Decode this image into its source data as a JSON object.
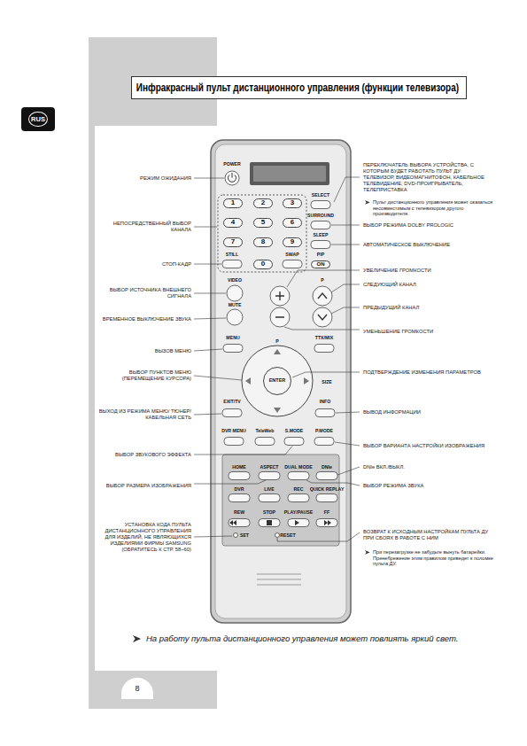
{
  "diagram": {
    "title": "Инфракрасный пульт дистанционного управления (функции телевизора)",
    "caption": "На работу пульта дистанционного управления может повлиять яркий свет.",
    "nodes": [
      {
        "text": [
          "RUS"
        ]
      },
      {
        "text": [
          "1"
        ]
      },
      {
        "text": [
          "2"
        ]
      },
      {
        "text": [
          "3"
        ]
      },
      {
        "text": [
          "4"
        ]
      },
      {
        "text": [
          "5"
        ]
      },
      {
        "text": [
          "6"
        ]
      },
      {
        "text": [
          "7"
        ]
      },
      {
        "text": [
          "8"
        ]
      },
      {
        "text": [
          "9"
        ]
      },
      {
        "text": [
          "0"
        ]
      },
      {
        "text": [
          "ON"
        ]
      },
      {
        "text": [
          "ENTER"
        ]
      },
      {
        "text": [
          "8"
        ]
      }
    ],
    "labels": [
      "ПЕРЕКЛЮЧАТЕЛЬ ВЫБОРА УСТРОЙСТВА, С КОТОРЫМ БУДЕТ РАБОТАТЬ ПУЛЬТ ДУ: ТЕЛЕВИЗОР, ВИДЕОМАГНИТОФОН, КАБЕЛЬНОЕ ТЕЛЕВИДЕНИЕ, DVD-ПРОИГРЫВАТЕЛЬ, ТЕЛЕПРИСТАВКА",
      "Пульт дистанционного управления может оказаться несовместимым с телевизором другого производителя.",
      "РЕЖИМ ОЖИДАНИЯ",
      "POWER",
      "SELECT",
      "SURROUND",
      "ВЫБОР РЕЖИМА DOLBY PROLOGIC",
      "НЕПОСРЕДСТВЕННЫЙ ВЫБОР КАНАЛА",
      "SLEEP",
      "АВТОМАТИЧЕСКОЕ ВЫКЛЮЧЕНИЕ",
      "STILL",
      "SWAP",
      "PIP",
      "СТОП-КАДР",
      "УВЕЛИЧЕНИЕ ГРОМКОСТИ",
      "VIDEO",
      "P",
      "СЛЕДУЮЩИЙ КАНАЛ",
      "ВЫБОР ИСТОЧНИКА ВНЕШНЕГО СИГНАЛА",
      "MUTE",
      "ПРЕДЫДУЩИЙ КАНАЛ",
      "ВРЕМЕННОЕ ВЫКЛЮЧЕНИЕ ЗВУКА",
      "УМЕНЬШЕНИЕ ГРОМКОСТИ",
      "MENU",
      "TTX/MIX",
      "P",
      "ВЫЗОВ МЕНЮ",
      "ПОДТВЕРЖДЕНИЕ ИЗМЕНЕНИЯ ПАРАМЕТРОВ",
      "ВЫБОР ПУНКТОВ МЕНЮ (ПЕРЕМЕЩЕНИЕ КУРСОРА)",
      "SIZE",
      "EXIT/TV",
      "INFO",
      "ВЫХОД ИЗ РЕЖИМА МЕНЮ/ ТЮНЕР/КАБЕЛЬНАЯ СЕТЬ",
      "ВЫВОД ИНФОРМАЦИИ",
      "DVR MENU",
      "TeleWeb",
      "S.MODE",
      "P.MODE",
      "ВЫБОР ВАРИАНТА НАСТРОЙКИ ИЗОБРАЖЕНИЯ",
      "ВЫБОР ЗВУКОВОГО ЭФФЕКТА",
      "HOME",
      "ASPECT",
      "DUAL MODE",
      "DNIe",
      "DNIe ВКЛ./ВЫКЛ.",
      "ВЫБОР РАЗМЕРА ИЗОБРАЖЕНИЯ",
      "ВЫБОР РЕЖИМА ЗВУКА",
      "DVR",
      "LIVE",
      "REC",
      "QUICK REPLAY",
      "REW",
      "STOP",
      "PLAY/PAUSE",
      "FF",
      "SET",
      "RESET",
      "УСТАНОВКА КОДА ПУЛЬТА ДИСТАНЦИОННОГО УПРАВЛЕНИЯ ДЛЯ ИЗДЕЛИЙ, НЕ ЯВЛЯЮЩИХСЯ ИЗДЕЛИЯМИ ФИРМЫ SAMSUNG (ОБРАТИТЕСЬ К СТР. 58~60)",
      "ВОЗВРАТ К ИСХОДНЫМ НАСТРОЙКАМ ПУЛЬТА ДУ ПРИ СБОЯХ В РАБОТЕ С НИМ",
      "При перезагрузке не забудьте вынуть батарейки. Пренебрежение этим правилом приведет к поломке пульта ДУ."
    ]
  }
}
